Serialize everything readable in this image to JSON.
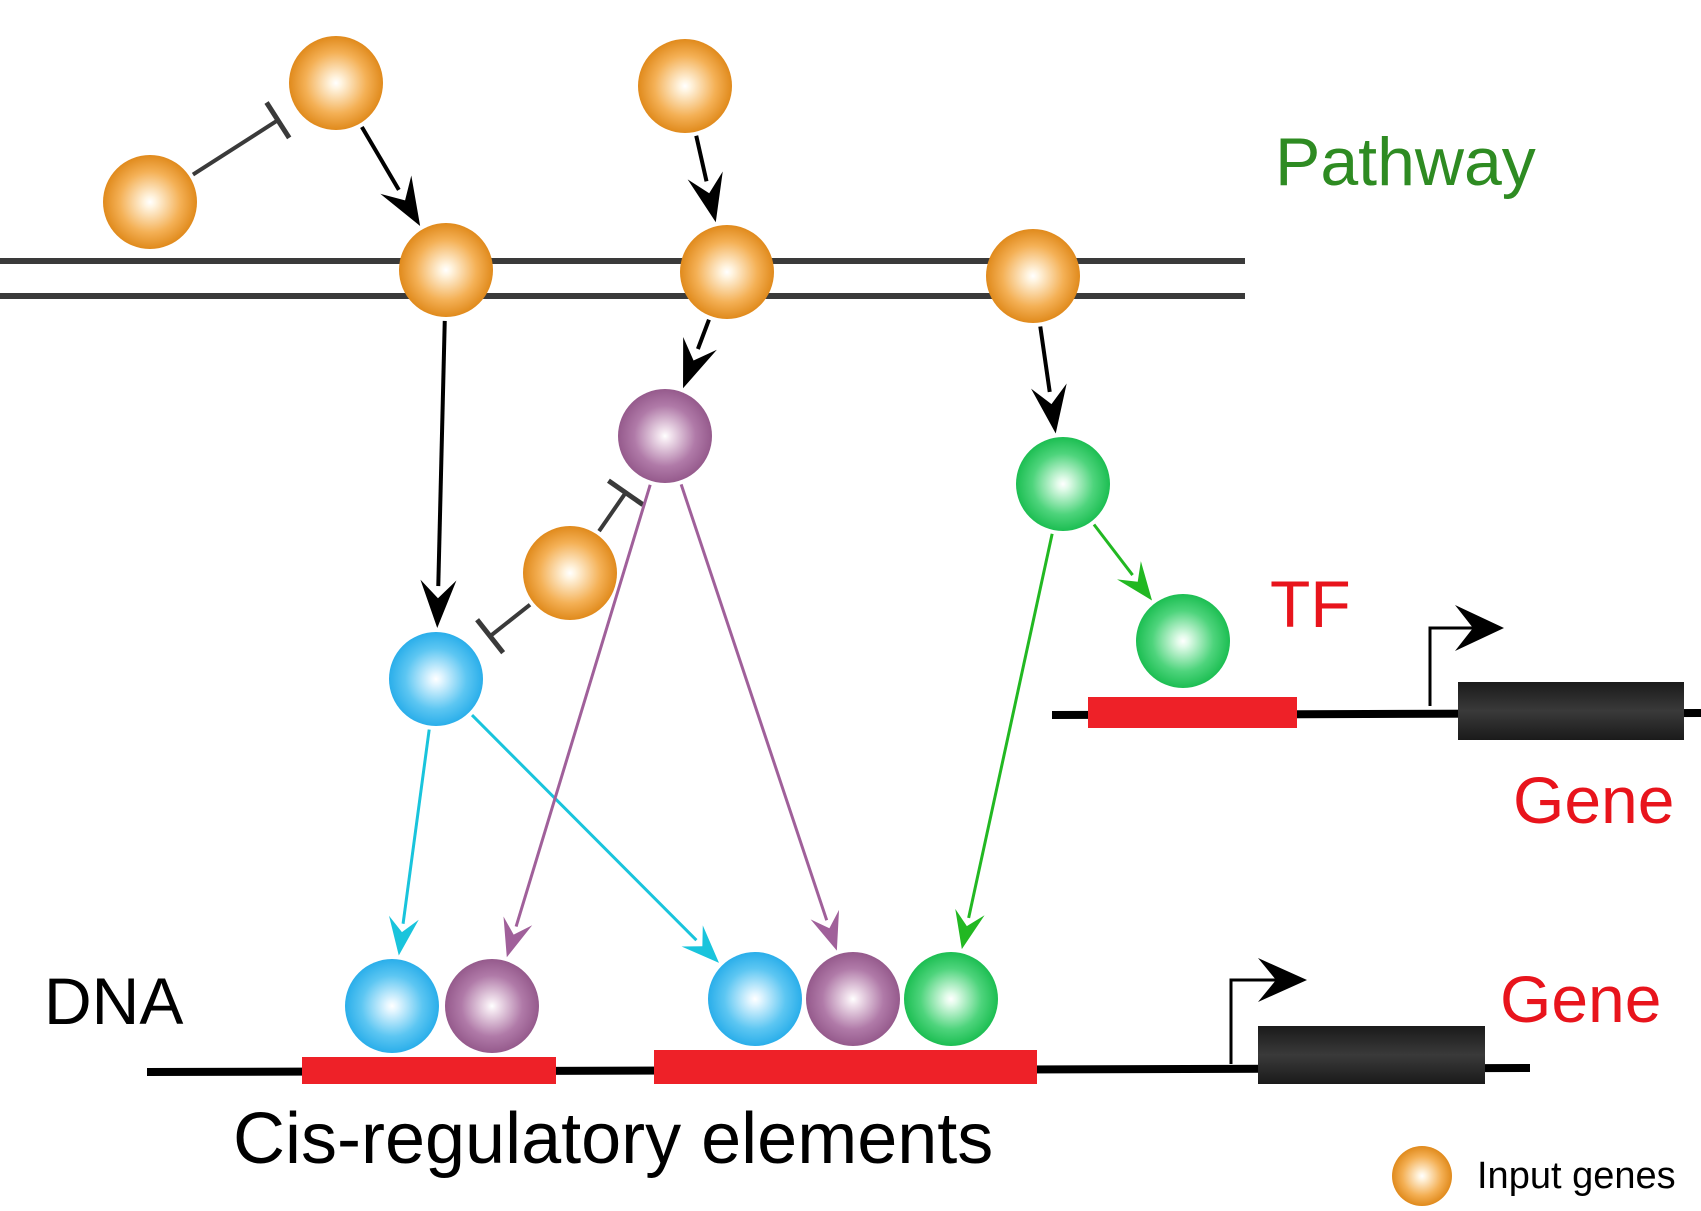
{
  "labels": {
    "pathway": "Pathway",
    "tf": "TF",
    "gene_upper": "Gene",
    "gene_lower": "Gene",
    "dna": "DNA",
    "cis": "Cis-regulatory elements",
    "legend": "Input genes"
  },
  "colors": {
    "orange": "#EE9A2A",
    "purple": "#A06596",
    "blue": "#33B6EE",
    "green": "#22C45C",
    "red": "#EE2128",
    "black": "#000000",
    "membrane": "#3A3A3A",
    "cyan_edge": "#19C4DC",
    "purple_edge": "#A0609A",
    "green_edge": "#22B822",
    "pathway_text": "#2E8B22",
    "red_text": "#E8141C"
  },
  "nodes": [
    {
      "id": "orange-input-1",
      "kind": "orange"
    },
    {
      "id": "orange-input-2",
      "kind": "orange"
    },
    {
      "id": "orange-input-3",
      "kind": "orange"
    },
    {
      "id": "orange-membrane-1",
      "kind": "orange"
    },
    {
      "id": "orange-membrane-2",
      "kind": "orange"
    },
    {
      "id": "orange-membrane-3",
      "kind": "orange"
    },
    {
      "id": "purple-signal",
      "kind": "purple"
    },
    {
      "id": "orange-inhibitor",
      "kind": "orange"
    },
    {
      "id": "blue-signal",
      "kind": "blue"
    },
    {
      "id": "green-signal",
      "kind": "green"
    },
    {
      "id": "green-tf",
      "kind": "green"
    },
    {
      "id": "blue-bound-1",
      "kind": "blue"
    },
    {
      "id": "purple-bound-1",
      "kind": "purple"
    },
    {
      "id": "blue-bound-2",
      "kind": "blue"
    },
    {
      "id": "purple-bound-2",
      "kind": "purple"
    },
    {
      "id": "green-bound",
      "kind": "green"
    },
    {
      "id": "legend-node",
      "kind": "orange"
    }
  ],
  "edges": [
    {
      "from": "orange-input-1",
      "to": "orange-input-2",
      "type": "inhibit",
      "color": "membrane"
    },
    {
      "from": "orange-input-2",
      "to": "orange-membrane-1",
      "type": "activate",
      "color": "black"
    },
    {
      "from": "orange-input-3",
      "to": "orange-membrane-2",
      "type": "activate",
      "color": "black"
    },
    {
      "from": "orange-membrane-1",
      "to": "blue-signal",
      "type": "activate",
      "color": "black"
    },
    {
      "from": "orange-membrane-2",
      "to": "purple-signal",
      "type": "activate",
      "color": "black"
    },
    {
      "from": "orange-membrane-3",
      "to": "green-signal",
      "type": "activate",
      "color": "black"
    },
    {
      "from": "orange-inhibitor",
      "to": "purple-signal",
      "type": "inhibit",
      "color": "membrane"
    },
    {
      "from": "orange-inhibitor",
      "to": "blue-signal",
      "type": "inhibit",
      "color": "membrane"
    },
    {
      "from": "green-signal",
      "to": "green-tf",
      "type": "activate",
      "color": "green_edge"
    },
    {
      "from": "blue-signal",
      "to": "blue-bound-1",
      "type": "activate",
      "color": "cyan_edge"
    },
    {
      "from": "blue-signal",
      "to": "blue-bound-2",
      "type": "activate",
      "color": "cyan_edge"
    },
    {
      "from": "purple-signal",
      "to": "purple-bound-1",
      "type": "activate",
      "color": "purple_edge"
    },
    {
      "from": "purple-signal",
      "to": "purple-bound-2",
      "type": "activate",
      "color": "purple_edge"
    },
    {
      "from": "green-signal",
      "to": "green-bound",
      "type": "activate",
      "color": "green_edge"
    }
  ]
}
